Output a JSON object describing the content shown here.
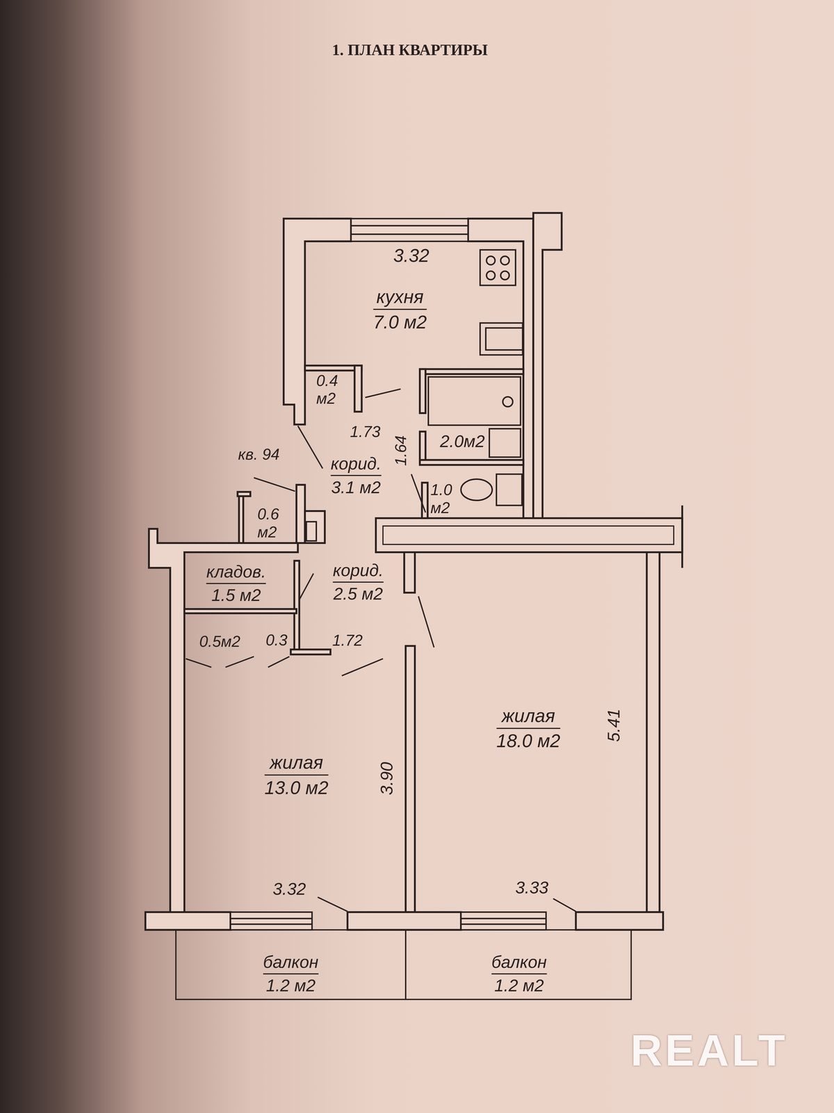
{
  "diagram": {
    "title": "1. ПЛАН КВАРТИРЫ",
    "nodes": [
      {
        "text": [
          "кухня",
          "7.0 м2"
        ]
      },
      {
        "text": [
          "0.4 м2"
        ]
      },
      {
        "text": [
          "2.0м2"
        ]
      },
      {
        "text": [
          "корид.",
          "3.1 м2"
        ]
      },
      {
        "text": [
          "1.0 м2"
        ]
      },
      {
        "text": [
          "0.6 м2"
        ]
      },
      {
        "text": [
          "кладов.",
          "1.5 м2"
        ]
      },
      {
        "text": [
          "корид.",
          "2.5 м2"
        ]
      },
      {
        "text": [
          "0.5м2"
        ]
      },
      {
        "text": [
          "0.3"
        ]
      },
      {
        "text": [
          "жилая",
          "13.0 м2"
        ]
      },
      {
        "text": [
          "жилая",
          "18.0 м2"
        ]
      },
      {
        "text": [
          "балкон",
          "1.2 м2"
        ]
      },
      {
        "text": [
          "балкон",
          "1.2 м2"
        ]
      }
    ],
    "labels": [
      "3.32",
      "1.73",
      "1.64",
      "кв. 94",
      "1.72",
      "3.90",
      "5.41",
      "3.32",
      "3.33",
      "REALT"
    ]
  }
}
